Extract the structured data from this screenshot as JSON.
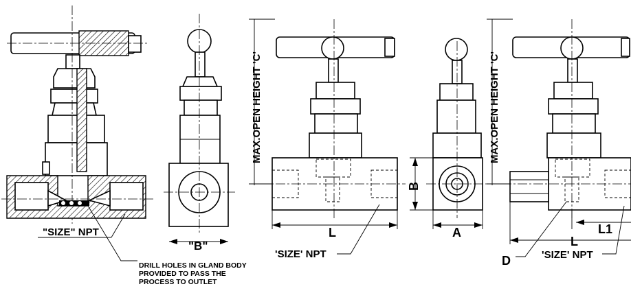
{
  "labels": {
    "size_npt_quoted": "\"SIZE\" NPT",
    "drill_holes_line1": "DRILL HOLES IN GLAND BODY",
    "drill_holes_line2": "PROVIDED TO PASS THE",
    "drill_holes_line3": "PROCESS TO OUTLET",
    "dim_b_quoted": "\"B\"",
    "max_open_height": "MAX.OPEN HEIGHT 'C'",
    "dim_l": "L",
    "dim_b": "B",
    "dim_a": "A",
    "dim_l1": "L1",
    "dim_d": "D",
    "size_npt_single": "'SIZE' NPT"
  },
  "colors": {
    "line": "#000000",
    "background": "#ffffff"
  }
}
